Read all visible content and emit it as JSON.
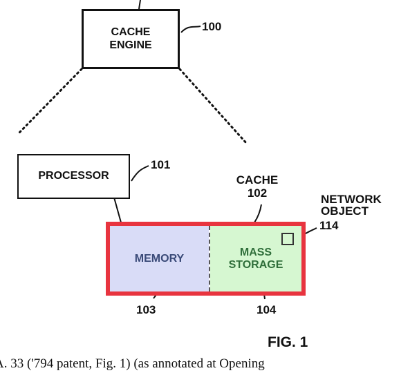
{
  "diagram": {
    "cache_engine": {
      "label": "CACHE ENGINE",
      "ref": "100"
    },
    "processor": {
      "label": "PROCESSOR",
      "ref": "101"
    },
    "cache": {
      "label": "CACHE",
      "ref": "102"
    },
    "memory": {
      "label": "MEMORY",
      "ref": "103"
    },
    "mass_storage": {
      "label": "MASS STORAGE",
      "ref": "104"
    },
    "network_object": {
      "label": "NETWORK OBJECT",
      "ref": "114"
    },
    "figure_label": "FIG. 1"
  },
  "caption": "A. 33 ('794 patent, Fig. 1) (as annotated at Opening",
  "colors": {
    "highlight_border": "#e8343f",
    "memory_fill": "#d9dcf7",
    "mass_storage_fill": "#d6f7d1",
    "memory_text": "#3a4a78",
    "storage_text": "#2f6e3a"
  }
}
